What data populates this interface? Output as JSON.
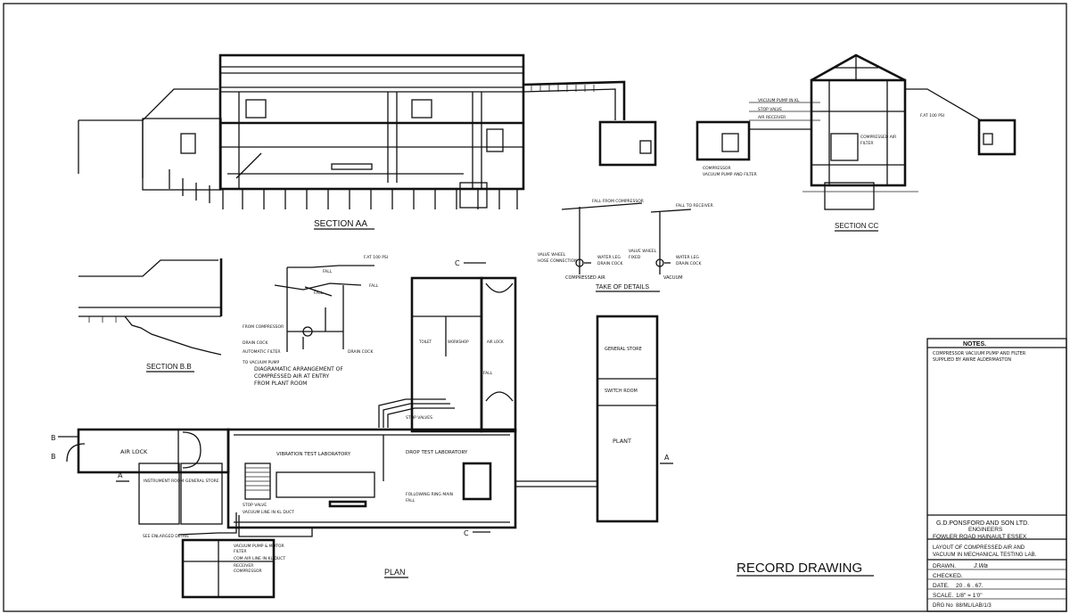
{
  "section_titles": {
    "section_aa": "SECTION AA",
    "section_cc": "SECTION CC",
    "section_bb": "SECTION B.B",
    "plan": "PLAN",
    "take_off": "TAKE OF DETAILS",
    "record": "RECORD DRAWING"
  },
  "section_cc_labels": {
    "l1": "VACUUM PUMP IN KL",
    "l2": "STOP VALVE",
    "l3": "AIR RECEIVER",
    "l4": "COMPRESSOR",
    "l5": "VACUUM PUMP AND FILTER",
    "l6": "F.AT 100 PSI",
    "l7": "COMPRESSED AIR",
    "l8": "FILTER"
  },
  "takeoff_labels": {
    "fall_compressor": "FALL FROM COMPRESSOR",
    "fall_receiver": "FALL TO RECEIVER",
    "valve_wheel_1": "VALVE WHEEL",
    "hose_connection": "HOSE CONNECTION",
    "water_leg_1": "WATER LEG",
    "drain_cock_1": "DRAIN COCK",
    "valve_wheel_2": "VALVE WHEEL",
    "fixed": "FIXED",
    "water_leg_2": "WATER LEG",
    "drain_cock_2": "DRAIN COCK",
    "compressed_air": "COMPRESSED AIR",
    "vacuum": "VACUUM"
  },
  "diagram_labels": {
    "fat_psi": "F.AT 100 PSI",
    "fall_1": "FALL",
    "fall_2": "FALL",
    "fall_3": "FALL",
    "from_compressor": "FROM COMPRESSOR",
    "drain_cock": "DRAIN COCK",
    "auto_filter": "AUTOMATIC FILTER",
    "drain_cock_2": "DRAIN COCK",
    "to_pump": "TO VACUUM PUMP",
    "caption_1": "DIAGRAMATIC ARRANGEMENT OF",
    "caption_2": "COMPRESSED AIR AT ENTRY",
    "caption_3": "FROM PLANT ROOM"
  },
  "plan_labels": {
    "air_lock": "AIR LOCK",
    "air_lock_2": "AIR LOCK",
    "instrument": "INSTRUMENT ROOM",
    "general_store": "GENERAL STORE",
    "vibration": "VIBRATION TEST LABORATORY",
    "drop_test": "DROP TEST LABORATORY",
    "toilet": "TOILET",
    "workshop": "WORKSHOP",
    "general_store_2": "GENERAL STORE",
    "switch_room": "SWITCH ROOM",
    "plant": "PLANT",
    "stop_valve": "STOP VALVE",
    "vacuum_line": "VACUUM LINE IN KL DUCT",
    "see_enlarged": "SEE ENLARGED DETAIL",
    "vacuum_pump": "VACUUM PUMP & MOTOR",
    "filter": "FILTER",
    "com_air_line": "COM AIR LINE IN KL DUCT",
    "receiver": "RECEIVER",
    "compressor": "COMPRESSOR",
    "fall": "FALL",
    "stop_valves": "STOP VALVES",
    "following_ring": "FOLLOWING RING MAIN",
    "fall_2": "FALL",
    "letter_a1": "A",
    "letter_a2": "A",
    "letter_b1": "B",
    "letter_b2": "B",
    "letter_c1": "C",
    "letter_c2": "C"
  },
  "notes": {
    "heading": "NOTES.",
    "line1": "COMPRESSOR VACUUM PUMP AND FILTER",
    "line2": "SUPPLIED BY AWRE ALDERMASTON"
  },
  "title_block": {
    "company": "G.D.PONSFORD AND SON LTD.",
    "engineers": "ENGINEERS",
    "address": "FOWLER ROAD HAINAULT ESSEX",
    "title_1": "LAYOUT OF COMPRESSED AIR AND",
    "title_2": "VACUUM IN MECHANICAL TESTING LAB.",
    "drawn_label": "DRAWN.",
    "drawn_value": "J.Wa",
    "checked_label": "CHECKED.",
    "date_label": "DATE.",
    "date_value": "20 . 6 . 67.",
    "scale_label": "SCALE.",
    "scale_value": "1/8\" = 1'0\"",
    "drg_label": "DRG No",
    "drg_value": "88/ML/LAB/1/3"
  }
}
